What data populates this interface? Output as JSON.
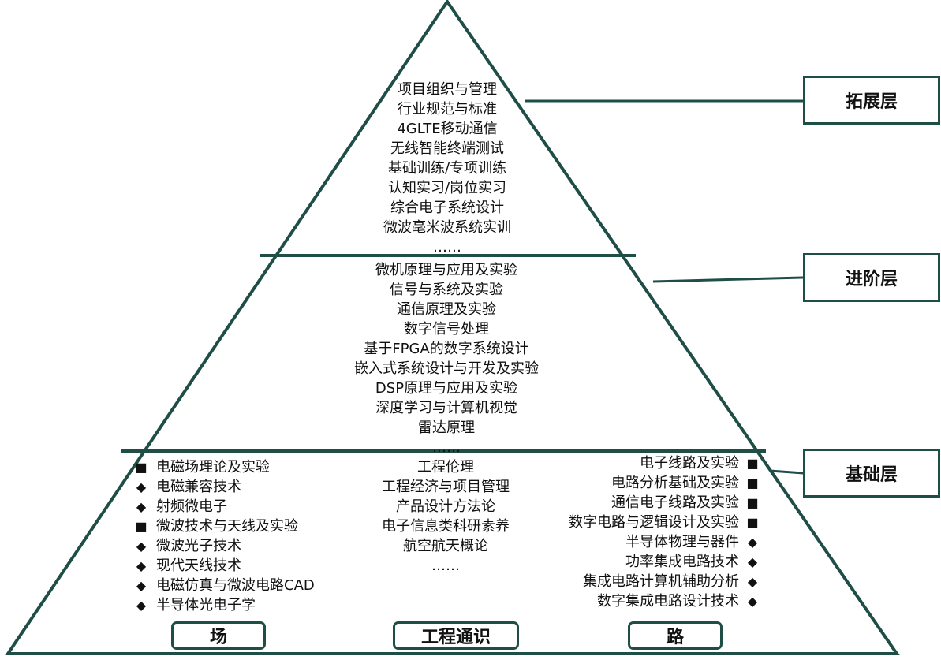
{
  "colors": {
    "line": "#1f4e46",
    "text": "#111111"
  },
  "labels": {
    "top": "拓展层",
    "middle": "进阶层",
    "bottom": "基础层"
  },
  "top_items": [
    "项目组织与管理",
    "行业规范与标准",
    "4GLTE移动通信",
    "无线智能终端测试",
    "基础训练/专项训练",
    "认知实习/岗位实习",
    "综合电子系统设计",
    "微波毫米波系统实训",
    "……"
  ],
  "middle_items": [
    "微机原理与应用及实验",
    "信号与系统及实验",
    "通信原理及实验",
    "数字信号处理",
    "基于FPGA的数字系统设计",
    "嵌入式系统设计与开发及实验",
    "DSP原理与应用及实验",
    "深度学习与计算机视觉",
    "雷达原理",
    "……"
  ],
  "bottom_left": [
    {
      "mark": "■",
      "text": "电磁场理论及实验"
    },
    {
      "mark": "◆",
      "text": "电磁兼容技术"
    },
    {
      "mark": "◆",
      "text": "射频微电子"
    },
    {
      "mark": "■",
      "text": "微波技术与天线及实验"
    },
    {
      "mark": "◆",
      "text": "微波光子技术"
    },
    {
      "mark": "◆",
      "text": "现代天线技术"
    },
    {
      "mark": "◆",
      "text": "电磁仿真与微波电路CAD"
    },
    {
      "mark": "◆",
      "text": "半导体光电子学"
    }
  ],
  "bottom_center": [
    "工程伦理",
    "工程经济与项目管理",
    "产品设计方法论",
    "电子信息类科研素养",
    "航空航天概论",
    "……"
  ],
  "bottom_right": [
    {
      "mark": "■",
      "text": "电子线路及实验"
    },
    {
      "mark": "■",
      "text": "电路分析基础及实验"
    },
    {
      "mark": "■",
      "text": "通信电子线路及实验"
    },
    {
      "mark": "■",
      "text": "数字电路与逻辑设计及实验"
    },
    {
      "mark": "◆",
      "text": "半导体物理与器件"
    },
    {
      "mark": "◆",
      "text": "功率集成电路技术"
    },
    {
      "mark": "◆",
      "text": "集成电路计算机辅助分析"
    },
    {
      "mark": "◆",
      "text": "数字集成电路设计技术"
    }
  ],
  "footer": {
    "left": "场",
    "center": "工程通识",
    "right": "路"
  }
}
